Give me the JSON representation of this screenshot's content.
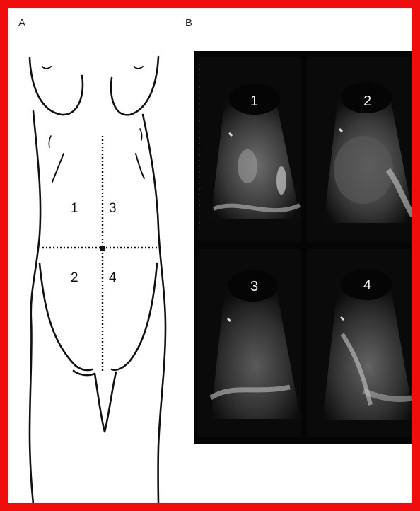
{
  "figure": {
    "panel_a_label": "A",
    "panel_b_label": "B",
    "frame_color": "#ee0e0e"
  },
  "panel_a": {
    "quadrant_labels": [
      "1",
      "3",
      "2",
      "4"
    ]
  },
  "panel_b": {
    "image_labels": [
      "1",
      "2",
      "3",
      "4"
    ]
  }
}
